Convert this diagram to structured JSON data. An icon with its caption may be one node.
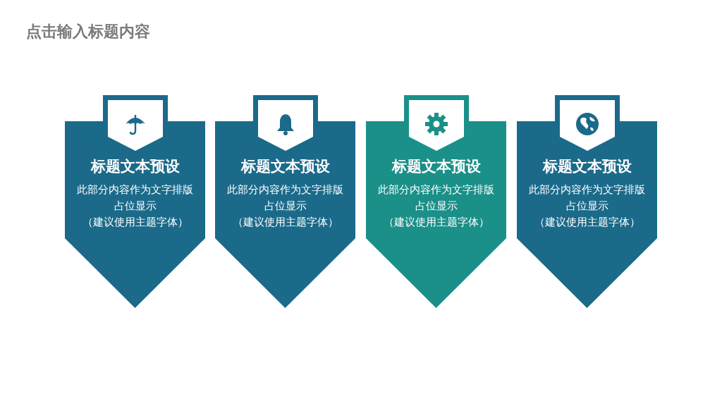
{
  "diagram": {
    "title": "点击输入标题内容",
    "nodes": [
      {
        "text": [
          "标题文本预设",
          "此部分内容作为文字排版占位显示",
          "（建议使用主题字体）"
        ]
      },
      {
        "text": [
          "标题文本预设",
          "此部分内容作为文字排版占位显示",
          "（建议使用主题字体）"
        ]
      },
      {
        "text": [
          "标题文本预设",
          "此部分内容作为文字排版占位显示",
          "（建议使用主题字体）"
        ]
      },
      {
        "text": [
          "标题文本预设",
          "此部分内容作为文字排版占位显示",
          "（建议使用主题字体）"
        ]
      }
    ]
  }
}
